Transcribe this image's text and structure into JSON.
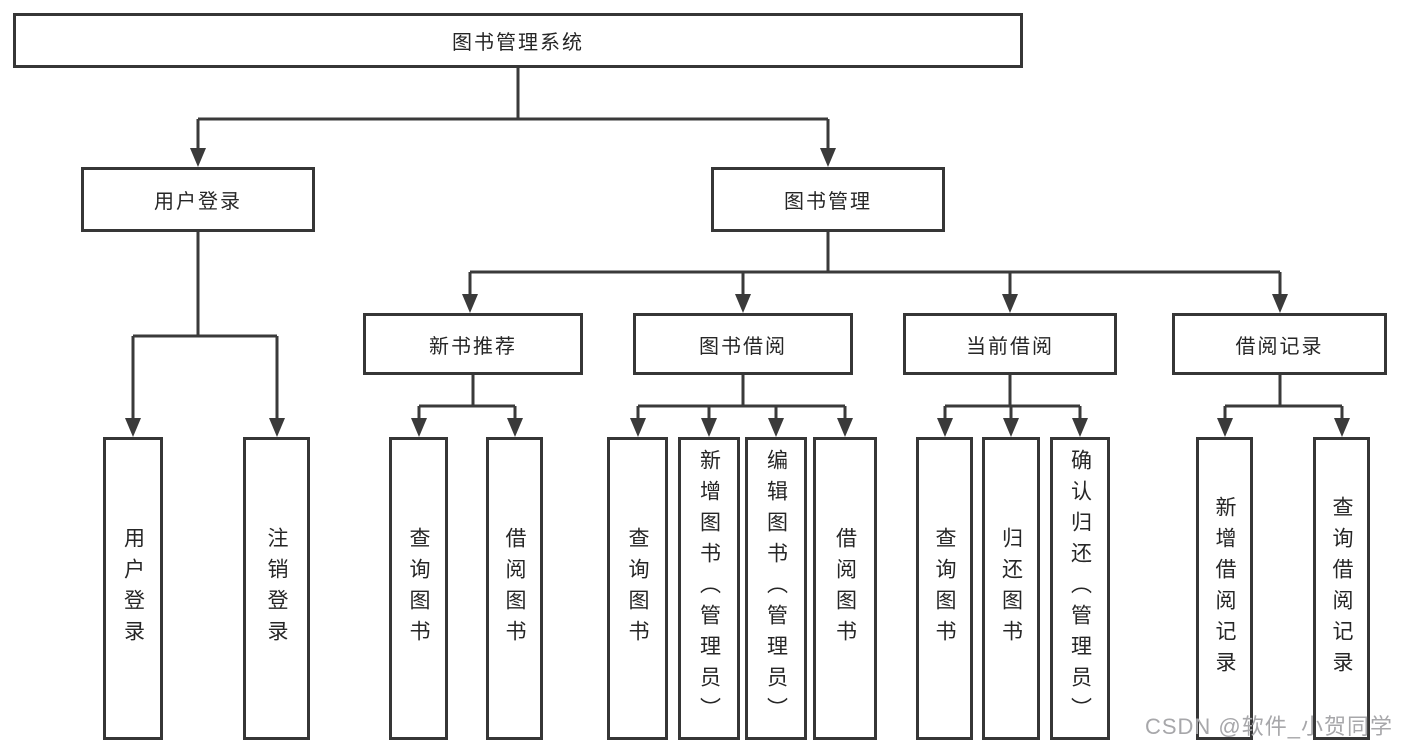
{
  "nodes": {
    "root": "图书管理系统",
    "level2": [
      "用户登录",
      "图书管理"
    ],
    "level3": [
      "新书推荐",
      "图书借阅",
      "当前借阅",
      "借阅记录"
    ],
    "leaves": {
      "user_login": [
        "用户登录",
        "注销登录"
      ],
      "new_book": [
        "查询图书",
        "借阅图书"
      ],
      "book_borrow": [
        "查询图书",
        "新增图书（管理员）",
        "编辑图书（管理员）",
        "借阅图书"
      ],
      "current_borrow": [
        "查询图书",
        "归还图书",
        "确认归还（管理员）"
      ],
      "borrow_record": [
        "新增借阅记录",
        "查询借阅记录"
      ]
    }
  },
  "watermark": "CSDN @软件_小贺同学",
  "colors": {
    "line": "#3a3a3a",
    "border": "#363636",
    "text": "#262626",
    "background": "#ffffff",
    "watermark": "#a7a7aa"
  }
}
